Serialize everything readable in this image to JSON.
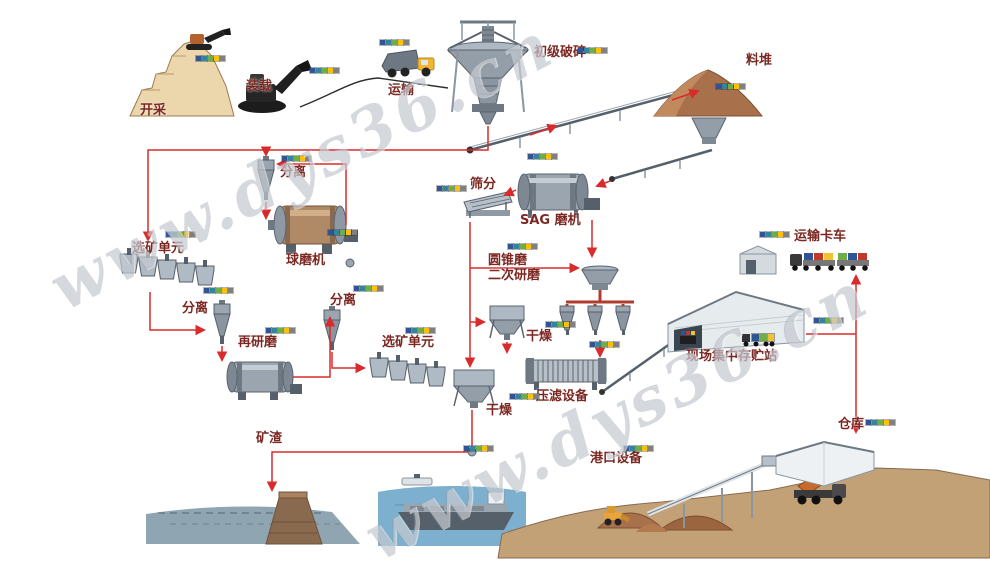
{
  "watermark": {
    "text": "www.dys36.cn"
  },
  "legend_colors": [
    "#2f5597",
    "#31859c",
    "#70ad47",
    "#ffc000",
    "#808080"
  ],
  "colors": {
    "flow": "#d92b2b",
    "label": "#7c2822"
  },
  "labels": {
    "mining": "开采",
    "loading": "装载",
    "hauling": "运输",
    "primary_crushing": "初级破碎",
    "stockpile": "料堆",
    "screening": "筛分",
    "sag_mill": "SAG 磨机",
    "separation_top": "分离",
    "ball_mill": "球磨机",
    "flotation_left": "选矿单元",
    "cone_mill_line1": "圆锥磨",
    "cone_mill_line2": "二次研磨",
    "separation_mid_left": "分离",
    "separation_mid": "分离",
    "regrind": "再研磨",
    "flotation_center": "选矿单元",
    "drying_upper": "干燥",
    "filter_press": "压滤设备",
    "drying_lower": "干燥",
    "storage_station": "现场集中存贮站",
    "haul_truck": "运输卡车",
    "warehouse": "仓库",
    "port_equipment": "港口设备",
    "tailings": "矿渣"
  }
}
